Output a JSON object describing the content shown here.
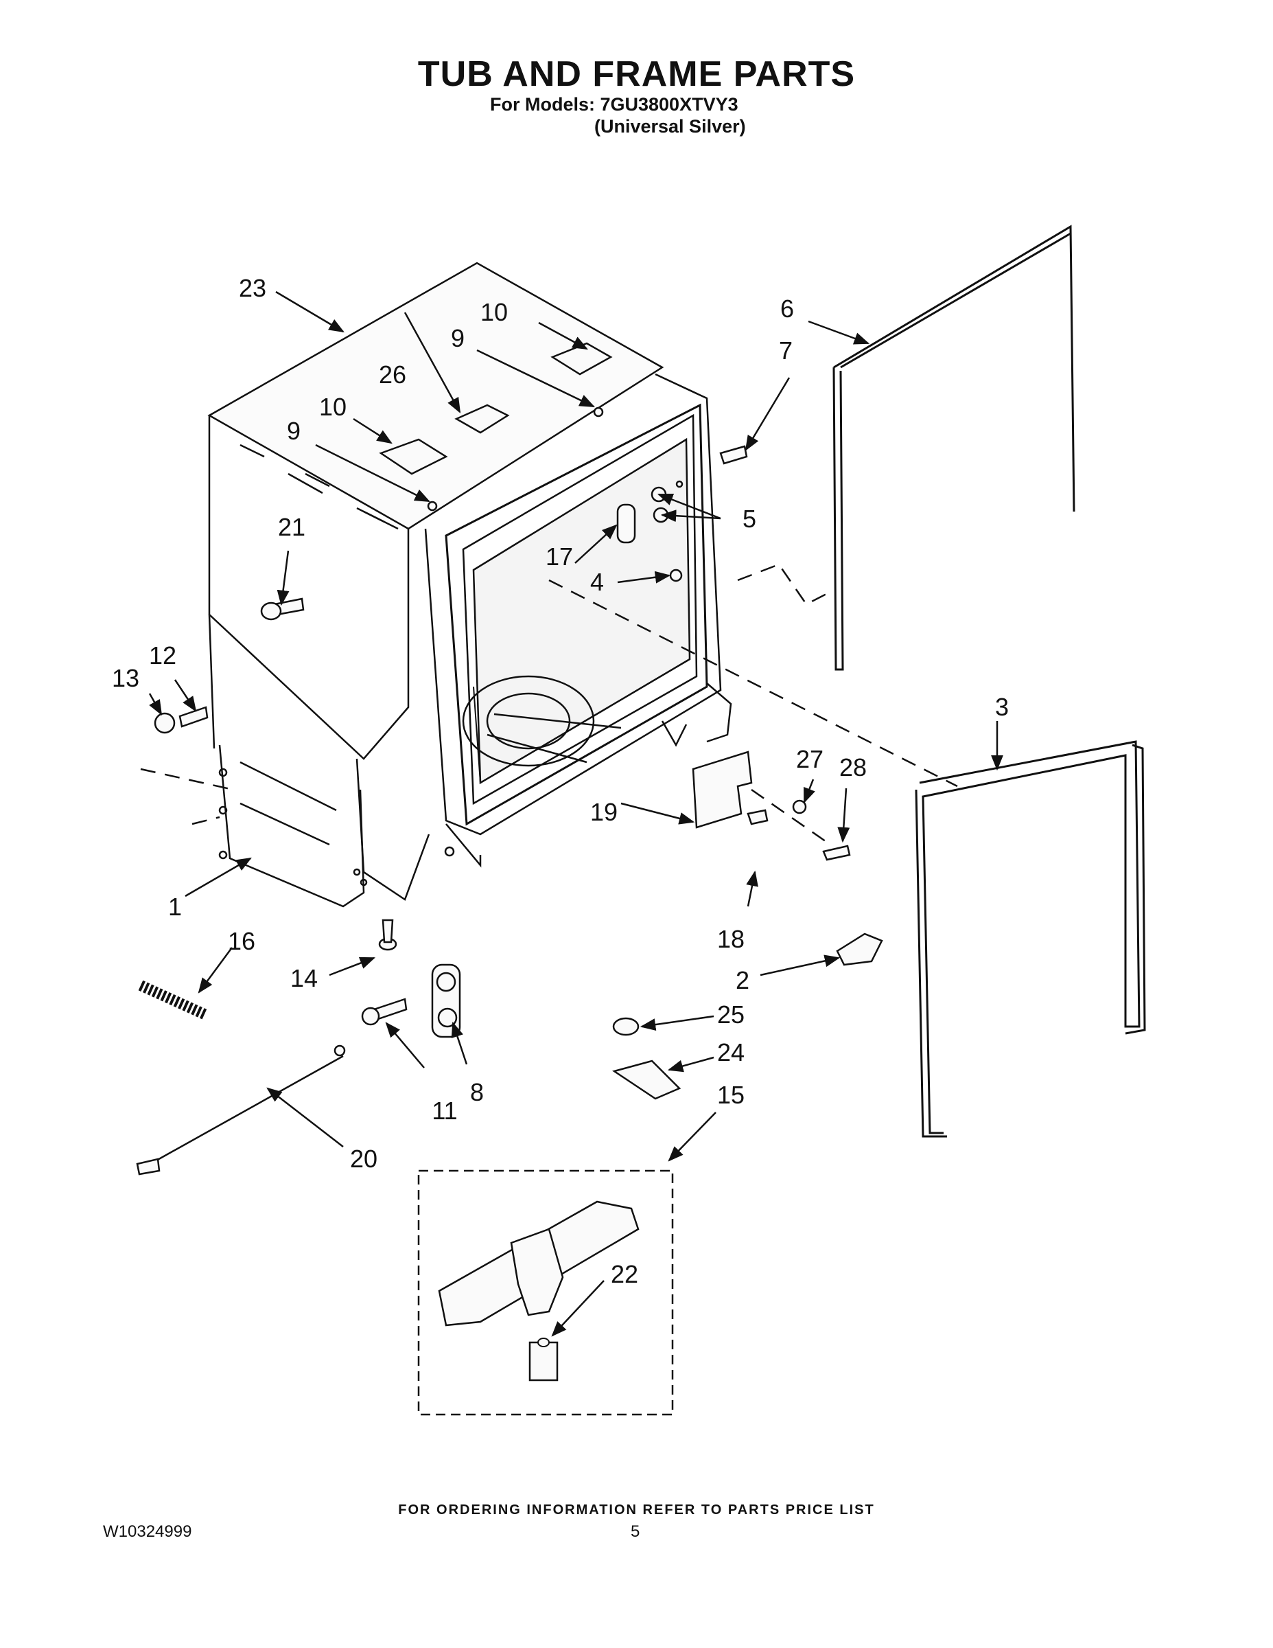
{
  "header": {
    "title": "TUB AND FRAME PARTS",
    "models_line": "For Models: 7GU3800XTVY3",
    "variant_line": "(Universal Silver)"
  },
  "callouts": [
    "1",
    "2",
    "3",
    "4",
    "5",
    "6",
    "7",
    "8",
    "9",
    "9",
    "10",
    "10",
    "11",
    "12",
    "13",
    "14",
    "15",
    "16",
    "17",
    "18",
    "19",
    "20",
    "21",
    "22",
    "23",
    "24",
    "25",
    "26",
    "27",
    "28"
  ],
  "footer": {
    "ordering_note": "FOR ORDERING INFORMATION REFER TO PARTS PRICE LIST",
    "document_number": "W10324999",
    "page_number": "5"
  }
}
